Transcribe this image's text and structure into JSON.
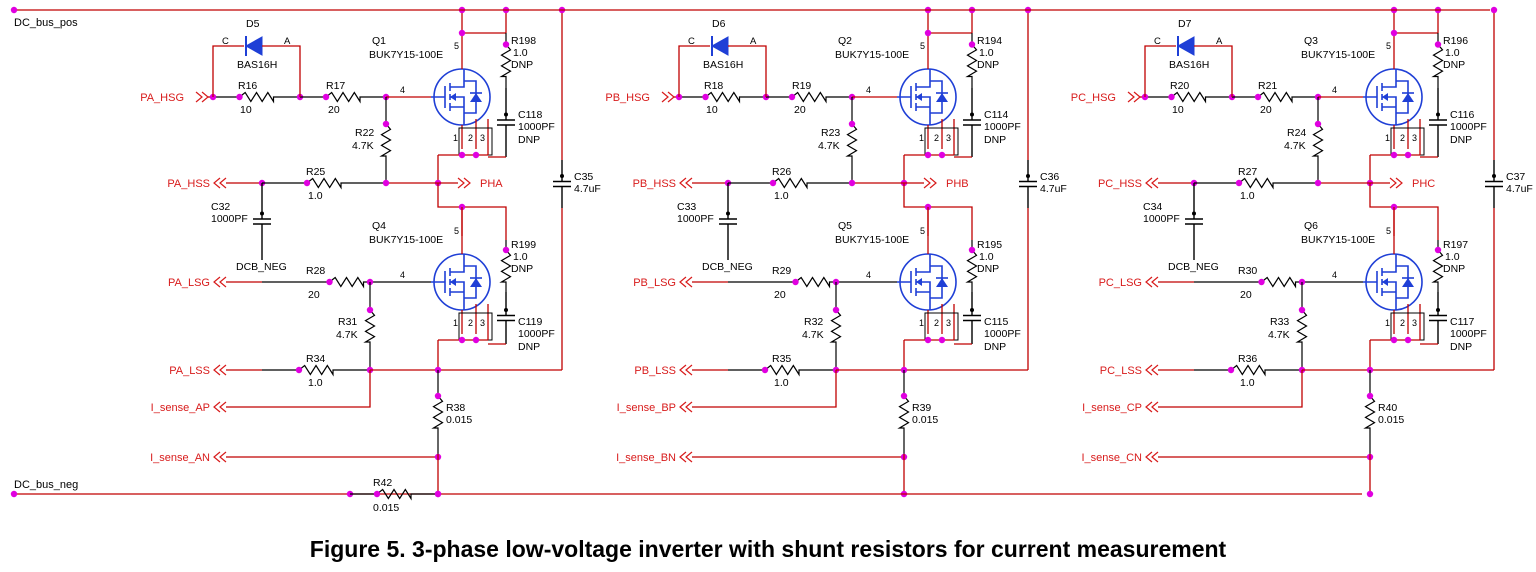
{
  "colors": {
    "wire": "#c00000",
    "text": "#000000",
    "netlabel": "#d81b1b",
    "diode": "#1f3fd6",
    "junction": "#e000e0",
    "mosfet": "#1f3fd6"
  },
  "caption": {
    "number": "Figure 5.",
    "title": "3-phase low-voltage inverter with shunt resistors for current measurement"
  },
  "rails": {
    "positive": "DC_bus_pos",
    "negative": "DC_bus_neg"
  },
  "shunt_bus": {
    "ref": "R42",
    "value": "0.015"
  },
  "phases": [
    {
      "diode": {
        "ref": "D5",
        "part": "BAS16H",
        "cathode": "C",
        "anode": "A"
      },
      "labels": {
        "hsg": "PA_HSG",
        "hss": "PA_HSS",
        "out": "PHA",
        "lsg": "PA_LSG",
        "lss": "PA_LSS",
        "isense_p": "I_sense_AP",
        "isense_n": "I_sense_AN",
        "dcb_neg": "DCB_NEG"
      },
      "high_fet": {
        "ref": "Q1",
        "part": "BUK7Y15-100E"
      },
      "low_fet": {
        "ref": "Q4",
        "part": "BUK7Y15-100E"
      },
      "pins": {
        "gate": "4",
        "drain": "5",
        "s1": "1",
        "s2": "2",
        "s3": "3"
      },
      "r_hsg_a": {
        "ref": "R16",
        "value": "10"
      },
      "r_hsg_b": {
        "ref": "R17",
        "value": "20"
      },
      "r_hpd": {
        "ref": "R22",
        "value": "4.7K"
      },
      "r_hss": {
        "ref": "R25",
        "value": "1.0"
      },
      "c_hss": {
        "ref": "C32",
        "value": "1000PF"
      },
      "r_lsg": {
        "ref": "R28",
        "value": "20"
      },
      "r_lpd": {
        "ref": "R31",
        "value": "4.7K"
      },
      "r_lss": {
        "ref": "R34",
        "value": "1.0"
      },
      "r_snub_hi": {
        "ref": "R198",
        "value": "1.0",
        "note": "DNP"
      },
      "c_snub_hi": {
        "ref": "C118",
        "value": "1000PF",
        "note": "DNP"
      },
      "r_snub_lo": {
        "ref": "R199",
        "value": "1.0",
        "note": "DNP"
      },
      "c_snub_lo": {
        "ref": "C119",
        "value": "1000PF",
        "note": "DNP"
      },
      "c_bulk": {
        "ref": "C35",
        "value": "4.7uF"
      },
      "r_shunt": {
        "ref": "R38",
        "value": "0.015"
      }
    },
    {
      "diode": {
        "ref": "D6",
        "part": "BAS16H",
        "cathode": "C",
        "anode": "A"
      },
      "labels": {
        "hsg": "PB_HSG",
        "hss": "PB_HSS",
        "out": "PHB",
        "lsg": "PB_LSG",
        "lss": "PB_LSS",
        "isense_p": "I_sense_BP",
        "isense_n": "I_sense_BN",
        "dcb_neg": "DCB_NEG"
      },
      "high_fet": {
        "ref": "Q2",
        "part": "BUK7Y15-100E"
      },
      "low_fet": {
        "ref": "Q5",
        "part": "BUK7Y15-100E"
      },
      "pins": {
        "gate": "4",
        "drain": "5",
        "s1": "1",
        "s2": "2",
        "s3": "3"
      },
      "r_hsg_a": {
        "ref": "R18",
        "value": "10"
      },
      "r_hsg_b": {
        "ref": "R19",
        "value": "20"
      },
      "r_hpd": {
        "ref": "R23",
        "value": "4.7K"
      },
      "r_hss": {
        "ref": "R26",
        "value": "1.0"
      },
      "c_hss": {
        "ref": "C33",
        "value": "1000PF"
      },
      "r_lsg": {
        "ref": "R29",
        "value": "20"
      },
      "r_lpd": {
        "ref": "R32",
        "value": "4.7K"
      },
      "r_lss": {
        "ref": "R35",
        "value": "1.0"
      },
      "r_snub_hi": {
        "ref": "R194",
        "value": "1.0",
        "note": "DNP"
      },
      "c_snub_hi": {
        "ref": "C114",
        "value": "1000PF",
        "note": "DNP"
      },
      "r_snub_lo": {
        "ref": "R195",
        "value": "1.0",
        "note": "DNP"
      },
      "c_snub_lo": {
        "ref": "C115",
        "value": "1000PF",
        "note": "DNP"
      },
      "c_bulk": {
        "ref": "C36",
        "value": "4.7uF"
      },
      "r_shunt": {
        "ref": "R39",
        "value": "0.015"
      }
    },
    {
      "diode": {
        "ref": "D7",
        "part": "BAS16H",
        "cathode": "C",
        "anode": "A"
      },
      "labels": {
        "hsg": "PC_HSG",
        "hss": "PC_HSS",
        "out": "PHC",
        "lsg": "PC_LSG",
        "lss": "PC_LSS",
        "isense_p": "I_sense_CP",
        "isense_n": "I_sense_CN",
        "dcb_neg": "DCB_NEG"
      },
      "high_fet": {
        "ref": "Q3",
        "part": "BUK7Y15-100E"
      },
      "low_fet": {
        "ref": "Q6",
        "part": "BUK7Y15-100E"
      },
      "pins": {
        "gate": "4",
        "drain": "5",
        "s1": "1",
        "s2": "2",
        "s3": "3"
      },
      "r_hsg_a": {
        "ref": "R20",
        "value": "10"
      },
      "r_hsg_b": {
        "ref": "R21",
        "value": "20"
      },
      "r_hpd": {
        "ref": "R24",
        "value": "4.7K"
      },
      "r_hss": {
        "ref": "R27",
        "value": "1.0"
      },
      "c_hss": {
        "ref": "C34",
        "value": "1000PF"
      },
      "r_lsg": {
        "ref": "R30",
        "value": "20"
      },
      "r_lpd": {
        "ref": "R33",
        "value": "4.7K"
      },
      "r_lss": {
        "ref": "R36",
        "value": "1.0"
      },
      "r_snub_hi": {
        "ref": "R196",
        "value": "1.0",
        "note": "DNP"
      },
      "c_snub_hi": {
        "ref": "C116",
        "value": "1000PF",
        "note": "DNP"
      },
      "r_snub_lo": {
        "ref": "R197",
        "value": "1.0",
        "note": "DNP"
      },
      "c_snub_lo": {
        "ref": "C117",
        "value": "1000PF",
        "note": "DNP"
      },
      "c_bulk": {
        "ref": "C37",
        "value": "4.7uF"
      },
      "r_shunt": {
        "ref": "R40",
        "value": "0.015"
      }
    }
  ]
}
